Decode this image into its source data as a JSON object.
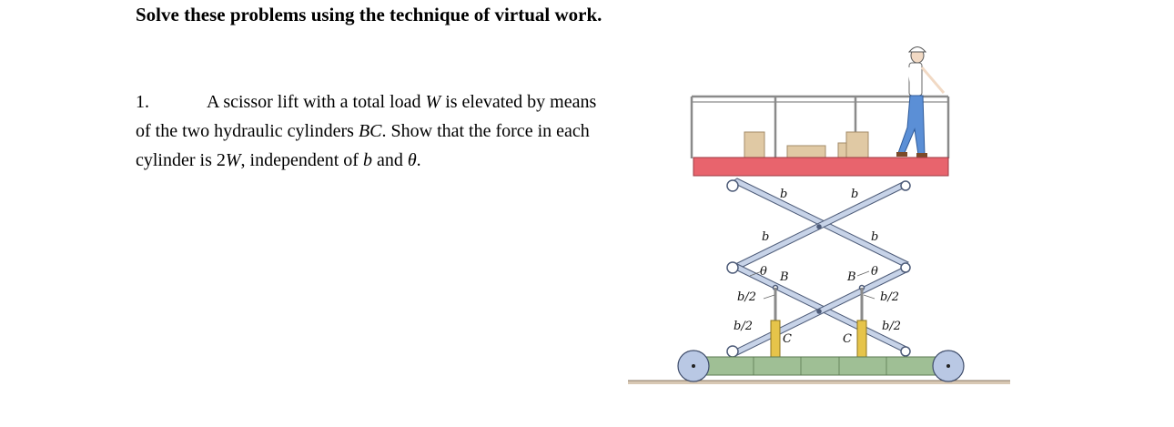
{
  "heading": "Solve these problems using the technique of virtual work.",
  "problem": {
    "number": "1.",
    "segments": [
      {
        "text": "A scissor lift with a total load ",
        "italic": false
      },
      {
        "text": "W",
        "italic": true
      },
      {
        "text": " is elevated by means of the two hydraulic cylinders ",
        "italic": false
      },
      {
        "text": "BC",
        "italic": true
      },
      {
        "text": ". Show that the force in each cylinder is 2",
        "italic": false
      },
      {
        "text": "W",
        "italic": true
      },
      {
        "text": ", independent of ",
        "italic": false
      },
      {
        "text": "b",
        "italic": true
      },
      {
        "text": " and ",
        "italic": false
      },
      {
        "text": "θ",
        "italic": true
      },
      {
        "text": ".",
        "italic": false
      }
    ]
  },
  "figure": {
    "labels": {
      "b_top_left": "b",
      "b_top_right": "b",
      "b_mid_left": "b",
      "b_mid_right": "b",
      "theta_left": "θ",
      "theta_right": "θ",
      "B_left": "B",
      "B_right": "B",
      "C_left": "C",
      "C_right": "C",
      "half_b_left_upper": "b/2",
      "half_b_right_upper": "b/2",
      "half_b_left_lower": "b/2",
      "half_b_right_lower": "b/2"
    },
    "colors": {
      "platform": "#e8646d",
      "arm": "#c7d3e8",
      "arm_stroke": "#4d5b78",
      "base": "#9fbf95",
      "wheel": "#b9c8e4",
      "cylinder": "#e6c44a",
      "rail": "#8a8a8a",
      "box": "#e0c9a4",
      "ground": "#d8c8b4"
    }
  }
}
